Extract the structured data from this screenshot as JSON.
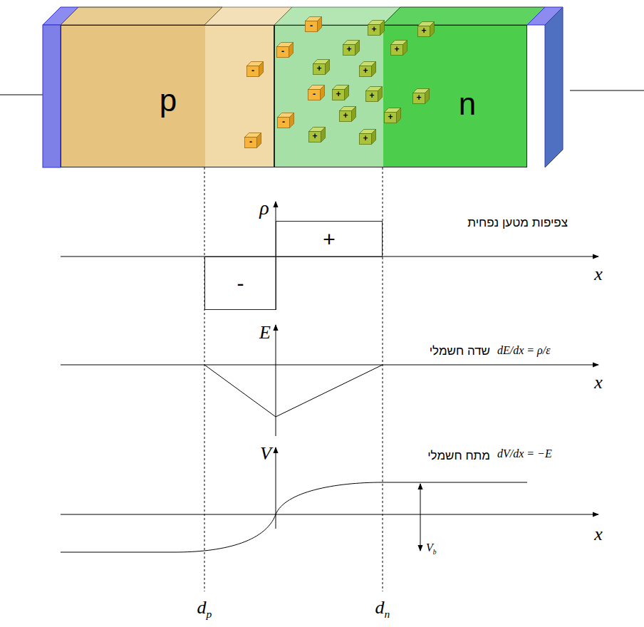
{
  "diagram": {
    "nodes": [
      {
        "text": [
          "p"
        ]
      },
      {
        "text": [
          "n"
        ]
      },
      {
        "text": [
          "-"
        ]
      },
      {
        "text": [
          "+"
        ]
      },
      {
        "text": [
          "+"
        ]
      },
      {
        "text": [
          "+"
        ]
      },
      {
        "text": [
          "+"
        ]
      },
      {
        "text": [
          "-"
        ]
      },
      {
        "text": [
          "+"
        ]
      },
      {
        "text": [
          "+"
        ]
      },
      {
        "text": [
          "-"
        ]
      },
      {
        "text": [
          "-"
        ]
      },
      {
        "text": [
          "+"
        ]
      },
      {
        "text": [
          "+"
        ]
      },
      {
        "text": [
          "+"
        ]
      },
      {
        "text": [
          "+"
        ]
      },
      {
        "text": [
          "+"
        ]
      },
      {
        "text": [
          "-"
        ]
      },
      {
        "text": [
          "+"
        ]
      },
      {
        "text": [
          "+"
        ]
      },
      {
        "text": [
          "-"
        ]
      },
      {
        "text": [
          "+"
        ]
      },
      {
        "text": [
          "-"
        ]
      }
    ],
    "labels": [
      "ρ",
      "צפיפות מטען נפחית",
      "x",
      "E",
      "dE/dx = ρ/ε",
      "שדה חשמלי",
      "x",
      "V",
      "dV/dx = −E",
      "מתח חשמלי",
      "x",
      "Vb",
      "dp",
      "dn"
    ]
  }
}
